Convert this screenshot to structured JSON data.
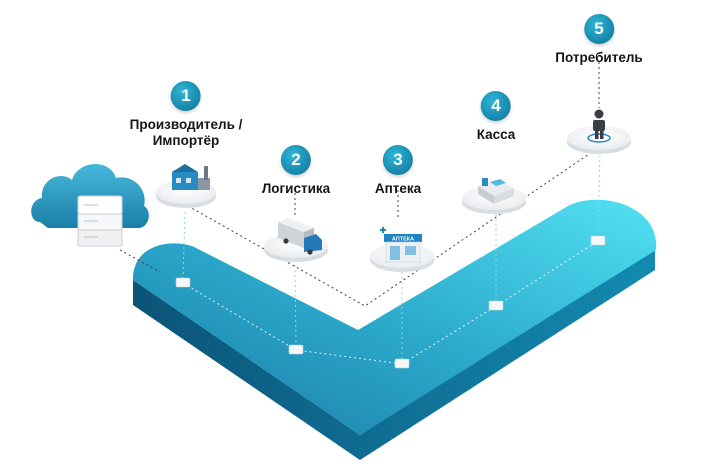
{
  "steps": [
    {
      "number": "1",
      "label": "Производитель /\nИмпортёр",
      "icon": "factory-icon"
    },
    {
      "number": "2",
      "label": "Логистика",
      "icon": "truck-icon"
    },
    {
      "number": "3",
      "label": "Аптека",
      "icon": "pharmacy-icon",
      "sign": "АПТЕКА"
    },
    {
      "number": "4",
      "label": "Касса",
      "icon": "cash-register-icon"
    },
    {
      "number": "5",
      "label": "Потребитель",
      "icon": "person-icon"
    }
  ],
  "server": {
    "icon": "cloud-server-icon"
  },
  "colors": {
    "accent": "#1b8fb3",
    "platform_top_light": "#4fdcf0",
    "platform_top_dark": "#1e7fa8",
    "platform_side": "#0d5f85",
    "text": "#151515"
  }
}
